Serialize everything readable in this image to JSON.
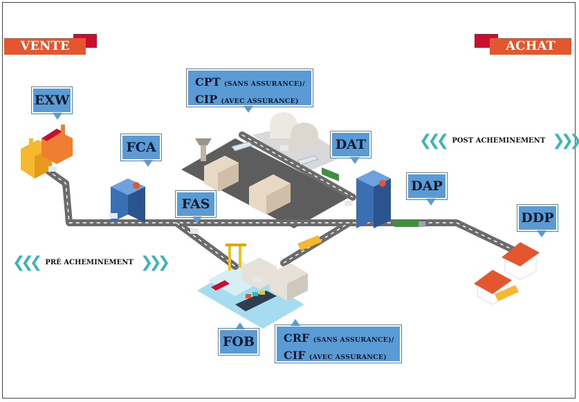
{
  "ribbons": {
    "left": "VENTE",
    "right": "ACHAT"
  },
  "callouts": {
    "exw": "EXW",
    "fca": "FCA",
    "fas": "FAS",
    "fob": "FOB",
    "dat": "DAT",
    "dap": "DAP",
    "ddp": "DDP",
    "cpt_code": "CPT",
    "cpt_note": "(SANS ASSURANCE)/",
    "cip_code": "CIP",
    "cip_note": "(AVEC ASSURANCE)",
    "crf_code": "CRF",
    "crf_note": "(SANS ASSURANCE)/",
    "cif_code": "CIF",
    "cif_note": "(AVEC ASSURANCE)"
  },
  "arrows": {
    "pre": "PRÉ ACHEMINEMENT",
    "post": "POST ACHEMINEMENT"
  },
  "colors": {
    "accent_red": "#e4572e",
    "ribbon_dark": "#c8102e",
    "callout_blue": "#5b9bd5",
    "chevron_teal": "#3bb6b2",
    "road": "#6b6b6b"
  }
}
